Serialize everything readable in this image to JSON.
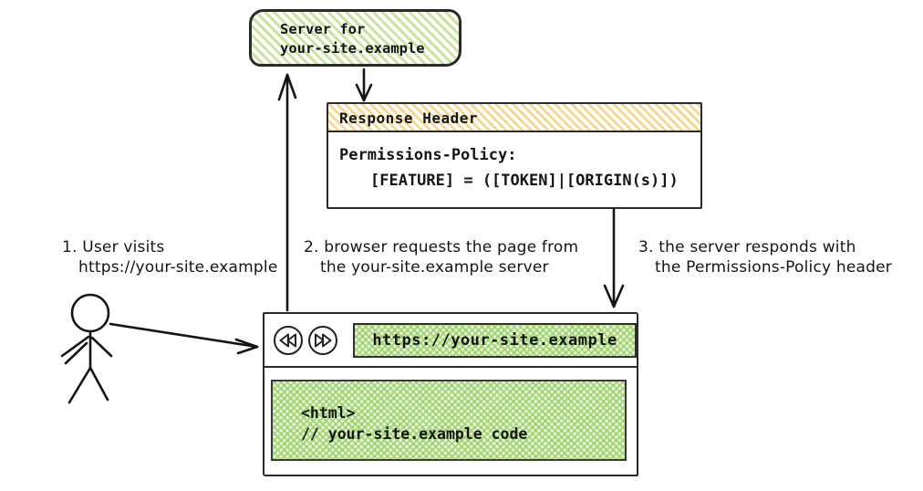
{
  "colors": {
    "ink": "#1d1d1d",
    "green_stripe": "#cbe39f",
    "orange_stripe": "#f6d38b",
    "cross_green": "#9ccf6d"
  },
  "server": {
    "line1": "Server for",
    "line2": "your-site.example"
  },
  "response_header": {
    "title": "Response Header",
    "policy_line1": "Permissions-Policy:",
    "policy_line2": "[FEATURE] = ([TOKEN]|[ORIGIN(s)])"
  },
  "steps": [
    {
      "line1": "1. User visits",
      "line2": "https://your-site.example"
    },
    {
      "line1": "2. browser requests the page from",
      "line2": "the your-site.example server"
    },
    {
      "line1": "3. the server responds with",
      "line2": "the Permissions-Policy header"
    }
  ],
  "browser": {
    "back_icon": "double-left-triangles",
    "forward_icon": "double-right-triangles",
    "url": "https://your-site.example",
    "content": {
      "line1": "<html>",
      "line2": "// your-site.example code"
    }
  }
}
